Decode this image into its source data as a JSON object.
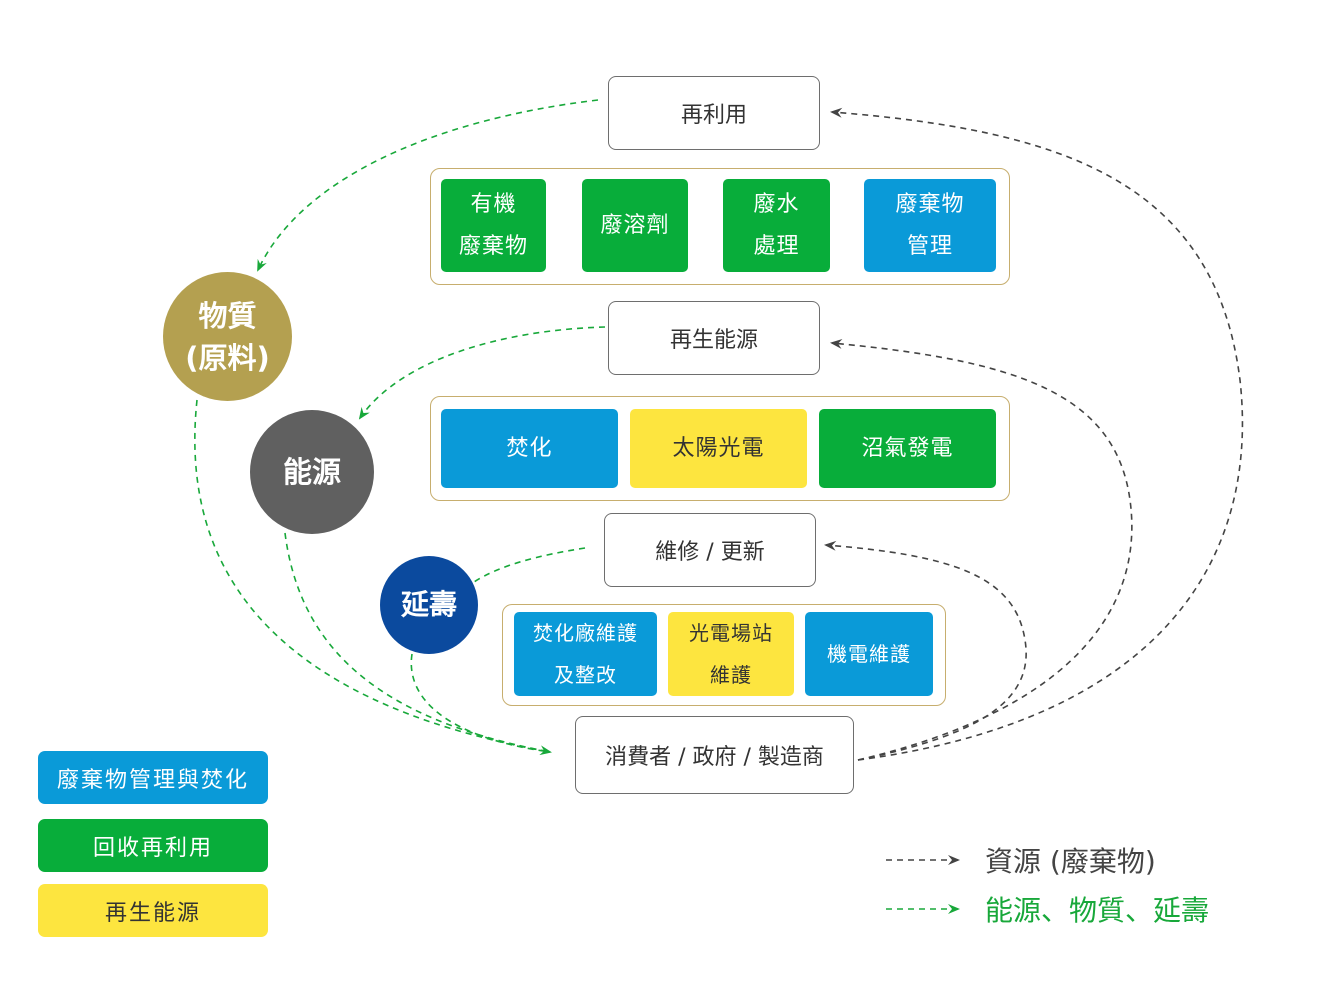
{
  "colors": {
    "blue": "#0a9ad8",
    "green": "#08ad3a",
    "yellow": "#fde53f",
    "material_circle": "#b4a050",
    "energy_circle": "#606060",
    "extension_circle": "#0b4a9e",
    "resource_arrow": "#444444",
    "flow_arrow": "#18a83a"
  },
  "stages": {
    "reuse": "再利用",
    "renewable": "再生能源",
    "repair": "維修 / 更新",
    "consumers": "消費者 / 政府 / 製造商"
  },
  "groups": {
    "reuse_tiles": [
      {
        "label": "有機\n廢棄物",
        "color": "green"
      },
      {
        "label": "廢溶劑",
        "color": "green"
      },
      {
        "label": "廢水\n處理",
        "color": "green"
      },
      {
        "label": "廢棄物\n管理",
        "color": "blue"
      }
    ],
    "renewable_tiles": [
      {
        "label": "焚化",
        "color": "blue"
      },
      {
        "label": "太陽光電",
        "color": "yellow"
      },
      {
        "label": "沼氣發電",
        "color": "green"
      }
    ],
    "repair_tiles": [
      {
        "label": "焚化廠維護\n及整改",
        "color": "blue"
      },
      {
        "label": "光電場站\n維護",
        "color": "yellow"
      },
      {
        "label": "機電維護",
        "color": "blue"
      }
    ]
  },
  "circles": {
    "material": "物質\n(原料)",
    "energy": "能源",
    "extension": "延壽"
  },
  "legend": {
    "categories": [
      {
        "label": "廢棄物管理與焚化",
        "color": "blue"
      },
      {
        "label": "回收再利用",
        "color": "green"
      },
      {
        "label": "再生能源",
        "color": "yellow"
      }
    ],
    "arrows": [
      {
        "label": "資源 (廢棄物)",
        "style": "resource"
      },
      {
        "label": "能源、物質、延壽",
        "style": "flow"
      }
    ]
  }
}
